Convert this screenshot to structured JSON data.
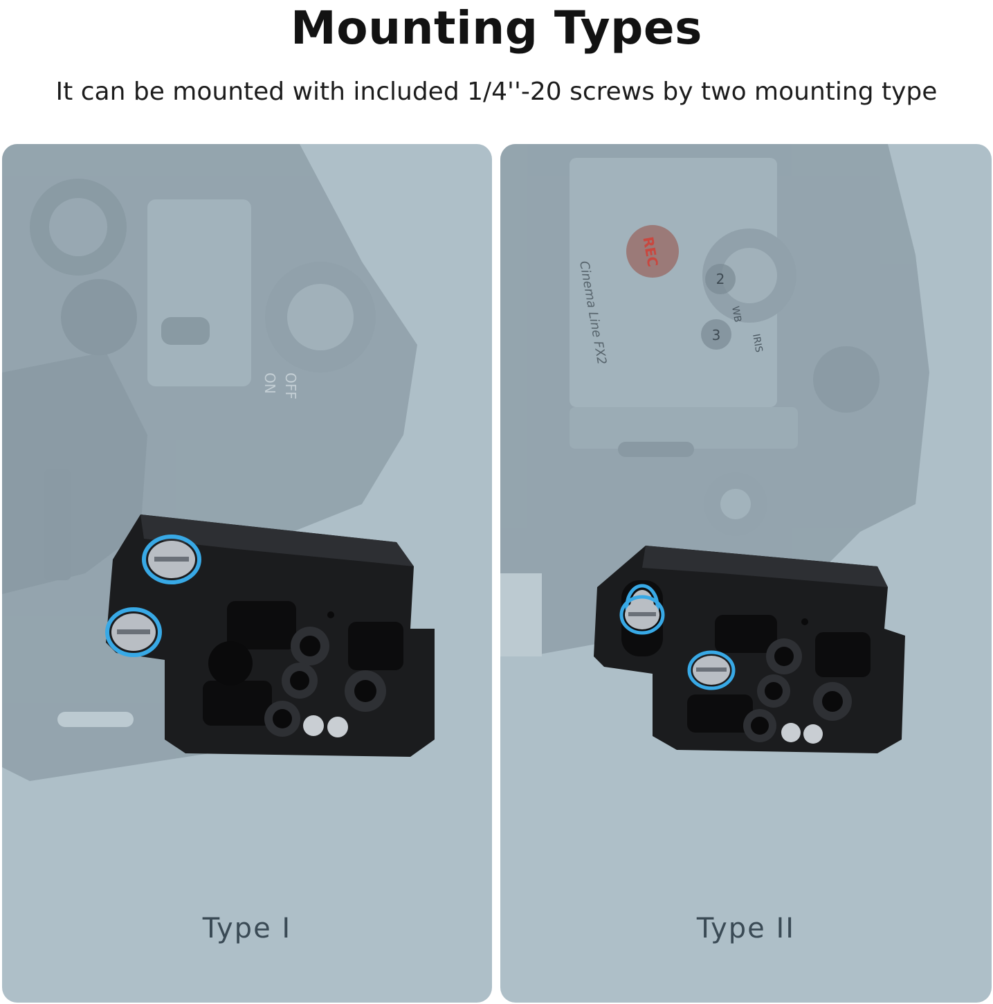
{
  "header": {
    "title": "Mounting Types",
    "subtitle": "It can be mounted with included 1/4''-20 screws by two mounting type"
  },
  "panels": [
    {
      "label": "Type I",
      "camera_text": [
        "OFF",
        "ON"
      ]
    },
    {
      "label": "Type II",
      "camera_text": [
        "REC",
        "Cinema Line FX2",
        "2",
        "3",
        "WB",
        "IRIS"
      ]
    }
  ],
  "colors": {
    "panel_background": "#aebfc8",
    "camera_ghost": "#8b9ba5",
    "plate_black": "#1b1c1e",
    "screw_highlight": "#38a9e6",
    "rec_red": "#c9473f"
  }
}
